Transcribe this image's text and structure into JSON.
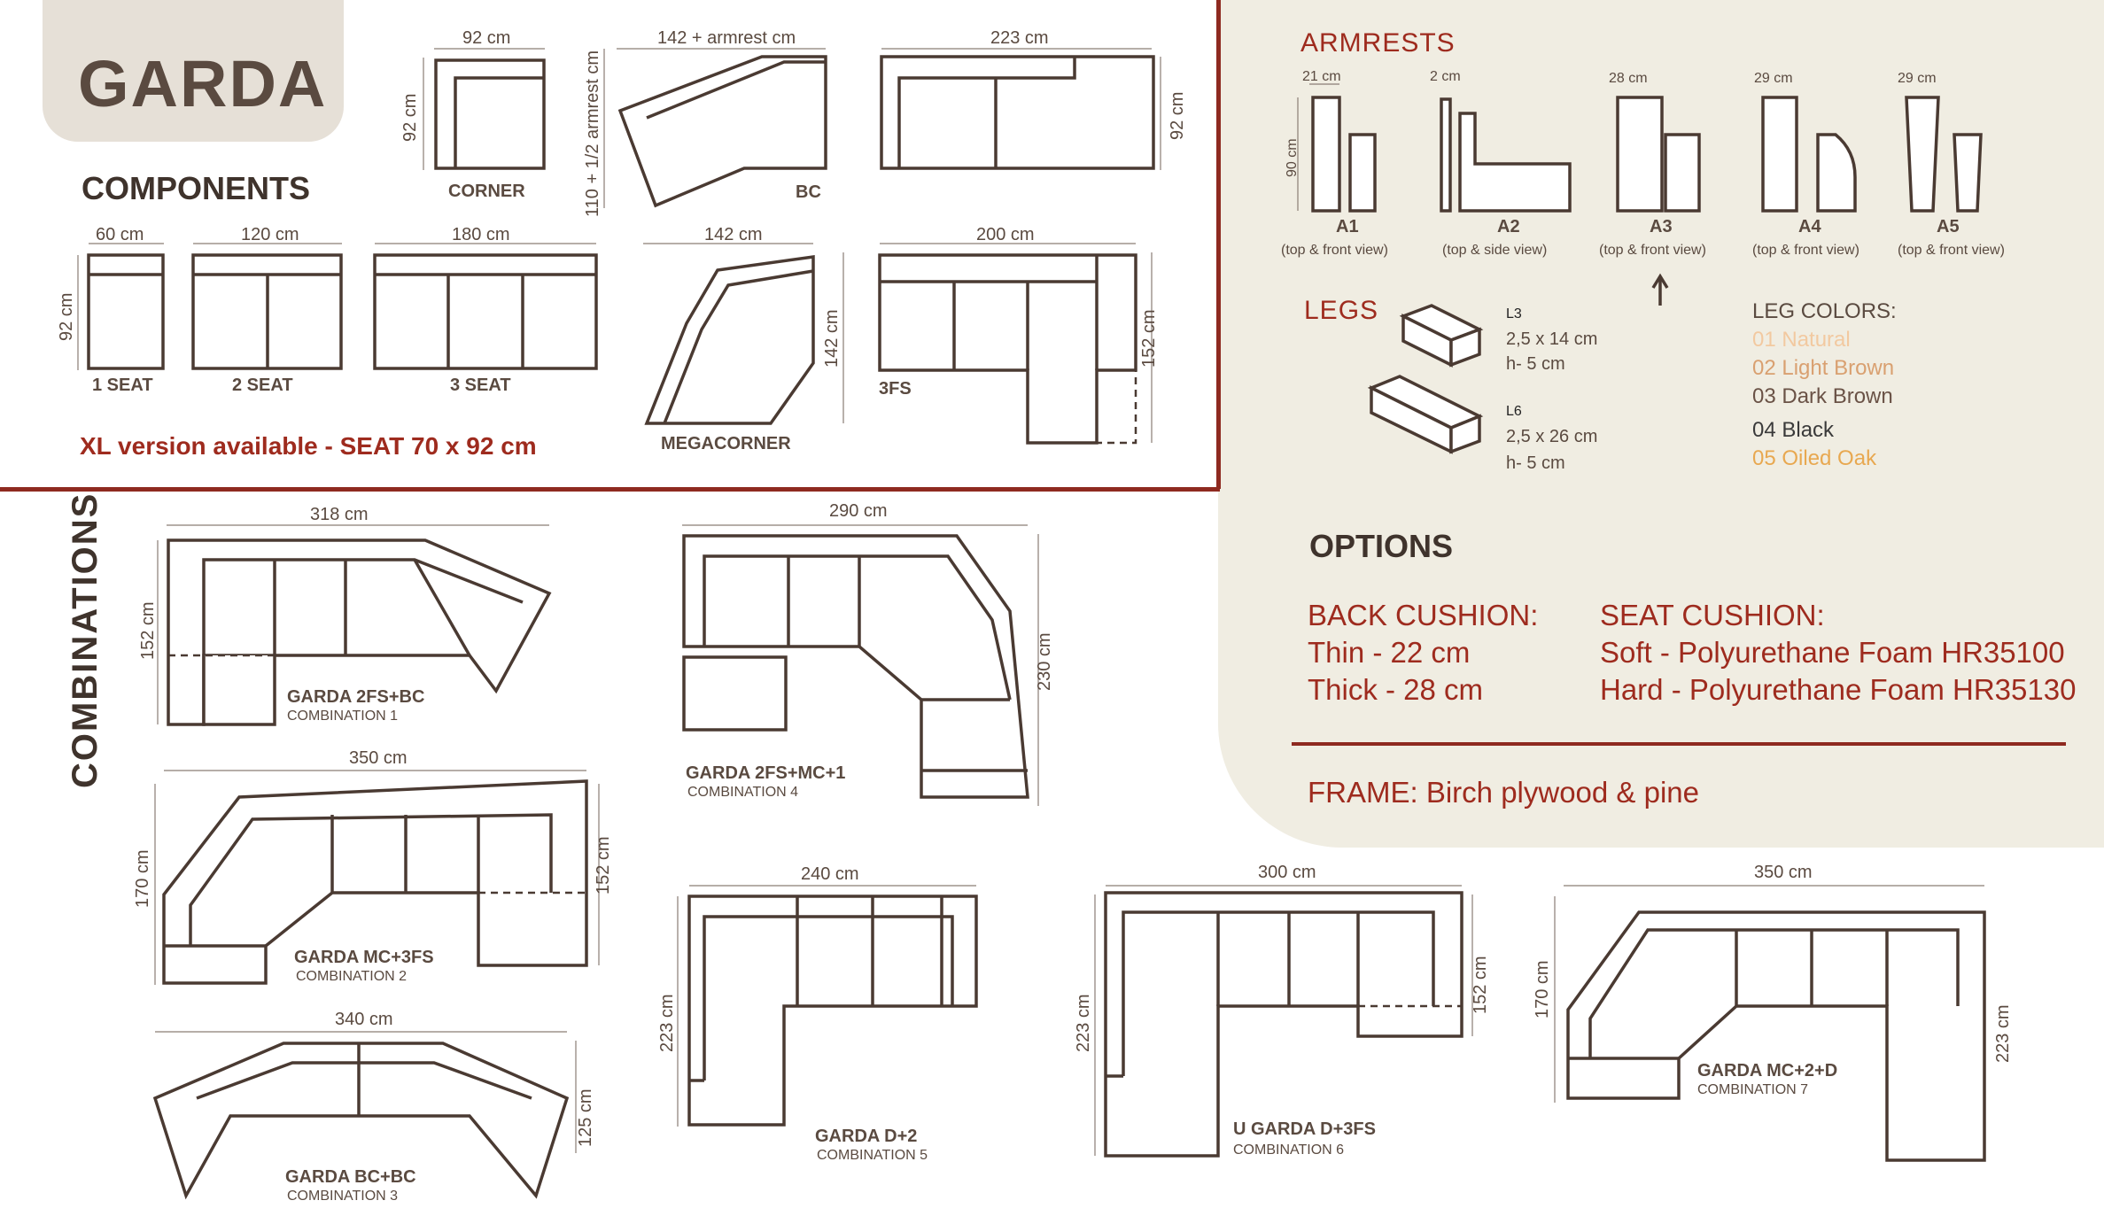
{
  "brand": "GARDA",
  "components": {
    "title": "COMPONENTS",
    "xl_note": "XL version available - SEAT  70 x 92 cm",
    "items": [
      {
        "name": "CORNER",
        "dims": [
          "92 cm",
          "92 cm"
        ]
      },
      {
        "name": "BC",
        "dims": [
          "142 + armrest cm",
          "110 + 1/2 armrest cm"
        ]
      },
      {
        "name": "",
        "dims": [
          "223 cm",
          "92 cm"
        ]
      },
      {
        "name": "1 SEAT",
        "dims": [
          "60 cm",
          "92 cm"
        ]
      },
      {
        "name": "2 SEAT",
        "dims": [
          "120 cm"
        ]
      },
      {
        "name": "3 SEAT",
        "dims": [
          "180 cm"
        ]
      },
      {
        "name": "MEGACORNER",
        "dims": [
          "142 cm",
          "142 cm"
        ]
      },
      {
        "name": "3FS",
        "dims": [
          "200 cm",
          "152 cm"
        ]
      }
    ]
  },
  "armrests": {
    "title": "ARMRESTS",
    "height": "90 cm",
    "items": [
      {
        "code": "A1",
        "width": "21 cm",
        "view": "(top & front view)"
      },
      {
        "code": "A2",
        "width": "2 cm",
        "view": "(top & side view)"
      },
      {
        "code": "A3",
        "width": "28 cm",
        "view": "(top & front view)"
      },
      {
        "code": "A4",
        "width": "29 cm",
        "view": "(top & front view)"
      },
      {
        "code": "A5",
        "width": "29 cm",
        "view": "(top & front view)"
      }
    ]
  },
  "legs": {
    "title": "LEGS",
    "items": [
      {
        "code": "L3",
        "size": "2,5 x 14 cm",
        "height": "h- 5 cm"
      },
      {
        "code": "L6",
        "size": "2,5 x 26 cm",
        "height": "h- 5 cm"
      }
    ]
  },
  "leg_colors": {
    "title": "LEG COLORS:",
    "items": [
      {
        "label": "01 Natural",
        "color": "#f2c9a0"
      },
      {
        "label": "02 Light Brown",
        "color": "#d9a070"
      },
      {
        "label": "03 Dark Brown",
        "color": "#6a5246"
      },
      {
        "label": "04 Black",
        "color": "#3a3a3a"
      },
      {
        "label": "05 Oiled Oak",
        "color": "#e8a850"
      }
    ]
  },
  "options": {
    "title": "OPTIONS",
    "back_cushion": {
      "label": "BACK CUSHION:",
      "values": [
        "Thin - 22 cm",
        "Thick - 28 cm"
      ]
    },
    "seat_cushion": {
      "label": "SEAT CUSHION:",
      "values": [
        "Soft - Polyurethane Foam HR35100",
        "Hard - Polyurethane Foam HR35130"
      ]
    },
    "frame": "FRAME: Birch plywood & pine"
  },
  "combinations": {
    "title": "COMBINATIONS",
    "items": [
      {
        "name": "GARDA 2FS+BC",
        "sub": "COMBINATION 1",
        "dims": [
          "318 cm",
          "152 cm"
        ]
      },
      {
        "name": "GARDA MC+3FS",
        "sub": "COMBINATION 2",
        "dims": [
          "350 cm",
          "170 cm",
          "152 cm"
        ]
      },
      {
        "name": "GARDA BC+BC",
        "sub": "COMBINATION 3",
        "dims": [
          "340 cm",
          "125 cm"
        ]
      },
      {
        "name": "GARDA 2FS+MC+1",
        "sub": "COMBINATION 4",
        "dims": [
          "290 cm",
          "230 cm"
        ]
      },
      {
        "name": "GARDA D+2",
        "sub": "COMBINATION 5",
        "dims": [
          "240 cm",
          "223 cm"
        ]
      },
      {
        "name": "U GARDA D+3FS",
        "sub": "COMBINATION 6",
        "dims": [
          "300 cm",
          "223 cm",
          "152 cm"
        ]
      },
      {
        "name": "GARDA MC+2+D",
        "sub": "COMBINATION 7",
        "dims": [
          "350 cm",
          "170 cm",
          "223 cm"
        ]
      }
    ]
  }
}
